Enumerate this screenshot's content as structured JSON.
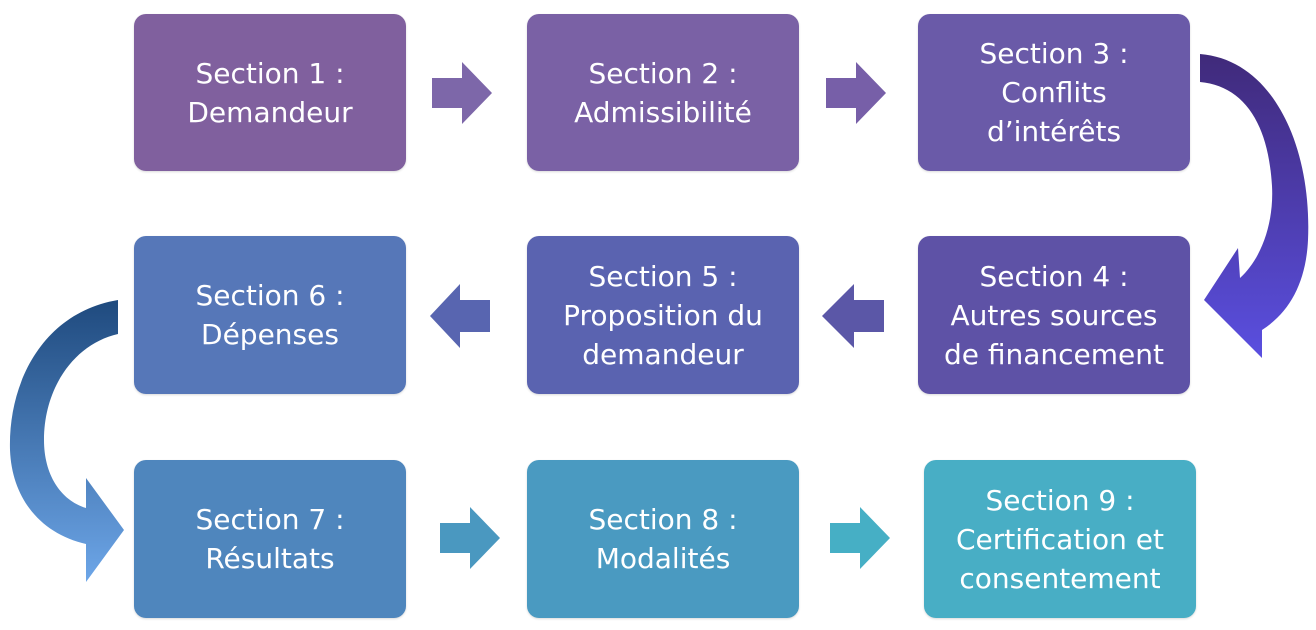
{
  "sections": [
    {
      "label": "Section 1 :\nDemandeur",
      "color": "#80609e"
    },
    {
      "label": "Section 2 :\nAdmissibilité",
      "color": "#7a61a5"
    },
    {
      "label": "Section 3 :\nConflits\nd’intérêts",
      "color": "#6a5aa8"
    },
    {
      "label": "Section 4 :\nAutres sources\nde financement",
      "color": "#5e52a6"
    },
    {
      "label": "Section 5 :\nProposition du\ndemandeur",
      "color": "#5a63b0"
    },
    {
      "label": "Section 6 :\nDépenses",
      "color": "#5677b8"
    },
    {
      "label": "Section 7 :\nRésultats",
      "color": "#4f86bd"
    },
    {
      "label": "Section 8 :\nModalités",
      "color": "#4a9ac1"
    },
    {
      "label": "Section 9 :\nCertification et\nconsentement",
      "color": "#48aec5"
    }
  ],
  "arrow_colors": {
    "a1_2": "#7d67a9",
    "a2_3": "#775fa8",
    "a5_4": "#5b57a7",
    "a6_5": "#5865b0",
    "a7_8": "#4a98c0",
    "a8_9": "#46afc5",
    "curve_right_start": "#402a7a",
    "curve_right_end": "#5a4fe0",
    "curve_left_start": "#1f4a7e",
    "curve_left_end": "#6da6e8"
  }
}
